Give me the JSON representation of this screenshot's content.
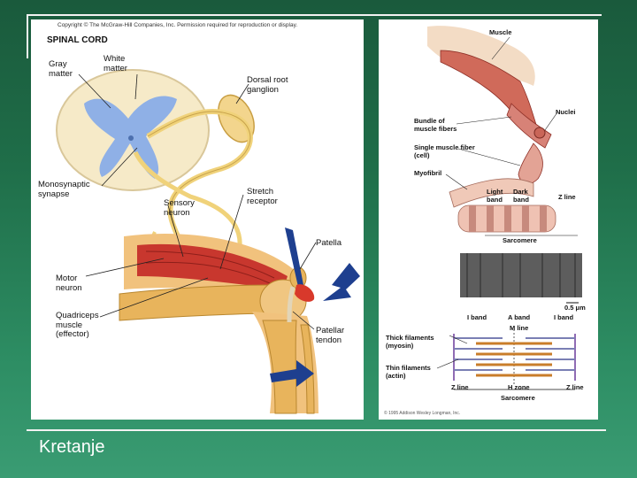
{
  "slide": {
    "title": "Kretanje"
  },
  "left_figure": {
    "copyright": "Copyright © The McGraw-Hill Companies, Inc. Permission required for reproduction or display.",
    "labels": {
      "spinal_cord": "SPINAL CORD",
      "gray_matter": "Gray\nmatter",
      "white_matter": "White\nmatter",
      "dorsal_root_ganglion": "Dorsal root\nganglion",
      "monosynaptic_synapse": "Monosynaptic\nsynapse",
      "stretch_receptor": "Stretch\nreceptor",
      "sensory_neuron": "Sensory\nneuron",
      "patella": "Patella",
      "motor_neuron": "Motor\nneuron",
      "quadriceps": "Quadriceps\nmuscle\n(effector)",
      "patellar_tendon": "Patellar\ntendon"
    }
  },
  "right_figure": {
    "labels": {
      "muscle": "Muscle",
      "nuclei": "Nuclei",
      "bundle": "Bundle of\nmuscle fibers",
      "single_fiber": "Single muscle fiber\n(cell)",
      "myofibril": "Myofibril",
      "light_band": "Light\nband",
      "dark_band": "Dark\nband",
      "z_line_top": "Z line",
      "sarcomere_top": "Sarcomere",
      "scale": "0.5 μm",
      "i_band_left": "I band",
      "a_band": "A band",
      "i_band_right": "I band",
      "m_line": "M line",
      "thick_filaments": "Thick filaments\n(myosin)",
      "thin_filaments": "Thin filaments\n(actin)",
      "z_line_left": "Z line",
      "h_zone": "H zone",
      "z_line_right": "Z line",
      "sarcomere_bottom": "Sarcomere",
      "credit": "© 1995 Addison Wesley Longman, Inc."
    }
  },
  "colors": {
    "background": "#1f6e49",
    "bone": "#e8b45c",
    "muscle": "#c8372e",
    "nerve": "#f0d27a",
    "gray_matter": "#8fb0e6",
    "arrow": "#1e3f8f"
  }
}
